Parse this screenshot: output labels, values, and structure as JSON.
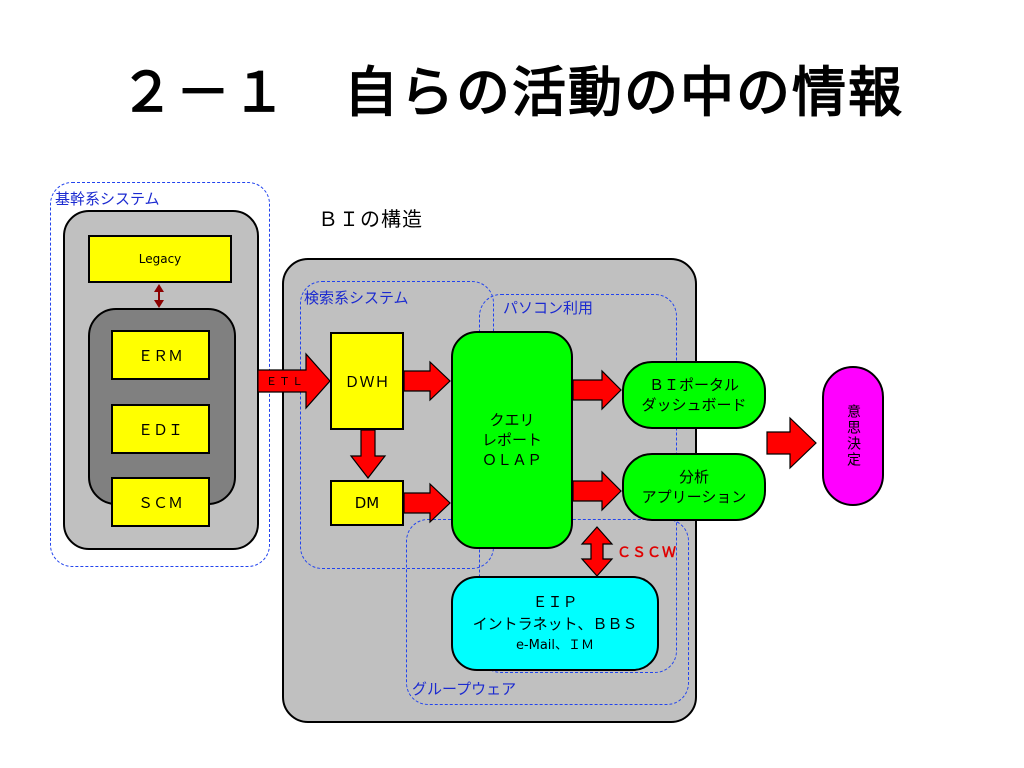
{
  "title": "２－１　自らの活動の中の情報",
  "diagram_title": "ＢＩの構造",
  "groups": {
    "core_systems": "基幹系システム",
    "search_systems": "検索系システム",
    "pc_use": "パソコン利用",
    "groupware": "グループウェア"
  },
  "boxes": {
    "legacy": "Legacy",
    "erm": "ＥＲＭ",
    "edi": "ＥＤＩ",
    "scm": "ＳＣＭ",
    "dwh": "ＤＷＨ",
    "dm": "DM",
    "olap_line1": "クエリ",
    "olap_line2": "レポート",
    "olap_line3": "ＯＬＡＰ",
    "portal_line1": "ＢＩポータル",
    "portal_line2": "ダッシュボード",
    "analysis_line1": "分析",
    "analysis_line2": "アプリーション",
    "eip_line1": "ＥＩＰ",
    "eip_line2": "イントラネット、ＢＢＳ",
    "eip_line3": "e-Mail、ＩＭ",
    "decision": "意思決定"
  },
  "arrow_labels": {
    "etl": "ＥＴＬ",
    "cscw": "ＣＳＣＷ"
  },
  "colors": {
    "yellow": "#ffff00",
    "green": "#00ff00",
    "cyan": "#00ffff",
    "magenta": "#ff00ff",
    "arrow_red": "#ff0000",
    "dashed_blue": "#2244ee"
  }
}
